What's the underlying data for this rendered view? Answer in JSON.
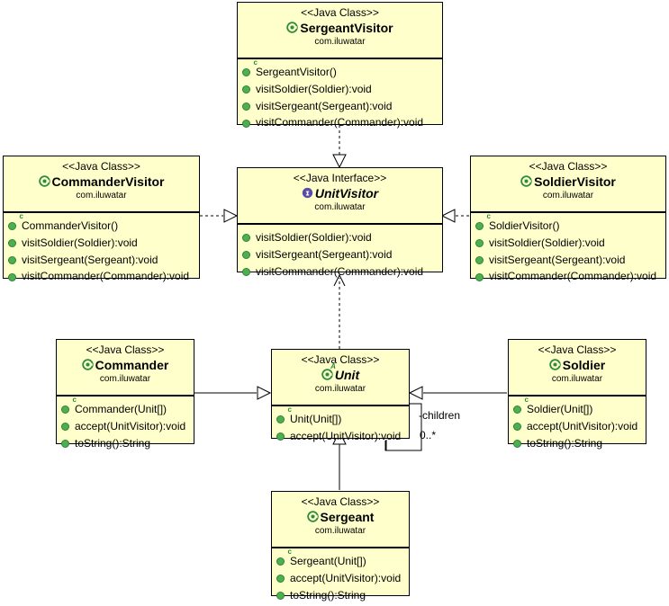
{
  "diagram": {
    "title": "Visitor pattern UML class diagram",
    "palette": {
      "box_fill": "#ffffcc",
      "box_border": "#000000",
      "class_icon_green": "#2e8b3d",
      "interface_icon_purple": "#5b4ba8",
      "member_icon_green": "#4caf50",
      "line": "#000000",
      "background": "#ffffff"
    },
    "stereotypes": {
      "java_class": "<<Java Class>>",
      "java_interface": "<<Java Interface>>"
    },
    "package": "com.iluwatar",
    "classes": [
      {
        "id": "sergeant-visitor",
        "stereotype": "<<Java Class>>",
        "name": "SergeantVisitor",
        "package": "com.iluwatar",
        "icon": "java-class-icon",
        "abstract": false,
        "members": [
          {
            "text": "SergeantVisitor()",
            "icon": "constructor-icon"
          },
          {
            "text": "visitSoldier(Soldier):void",
            "icon": "method-icon"
          },
          {
            "text": "visitSergeant(Sergeant):void",
            "icon": "method-icon"
          },
          {
            "text": "visitCommander(Commander):void",
            "icon": "method-icon"
          }
        ]
      },
      {
        "id": "commander-visitor",
        "stereotype": "<<Java Class>>",
        "name": "CommanderVisitor",
        "package": "com.iluwatar",
        "icon": "java-class-icon",
        "abstract": false,
        "members": [
          {
            "text": "CommanderVisitor()",
            "icon": "constructor-icon"
          },
          {
            "text": "visitSoldier(Soldier):void",
            "icon": "method-icon"
          },
          {
            "text": "visitSergeant(Sergeant):void",
            "icon": "method-icon"
          },
          {
            "text": "visitCommander(Commander):void",
            "icon": "method-icon"
          }
        ]
      },
      {
        "id": "unit-visitor",
        "stereotype": "<<Java Interface>>",
        "name": "UnitVisitor",
        "package": "com.iluwatar",
        "icon": "java-interface-icon",
        "abstract": true,
        "members": [
          {
            "text": "visitSoldier(Soldier):void",
            "icon": "method-icon"
          },
          {
            "text": "visitSergeant(Sergeant):void",
            "icon": "method-icon"
          },
          {
            "text": "visitCommander(Commander):void",
            "icon": "method-icon"
          }
        ]
      },
      {
        "id": "soldier-visitor",
        "stereotype": "<<Java Class>>",
        "name": "SoldierVisitor",
        "package": "com.iluwatar",
        "icon": "java-class-icon",
        "abstract": false,
        "members": [
          {
            "text": "SoldierVisitor()",
            "icon": "constructor-icon"
          },
          {
            "text": "visitSoldier(Soldier):void",
            "icon": "method-icon"
          },
          {
            "text": "visitSergeant(Sergeant):void",
            "icon": "method-icon"
          },
          {
            "text": "visitCommander(Commander):void",
            "icon": "method-icon"
          }
        ]
      },
      {
        "id": "commander",
        "stereotype": "<<Java Class>>",
        "name": "Commander",
        "package": "com.iluwatar",
        "icon": "java-class-icon",
        "abstract": false,
        "members": [
          {
            "text": "Commander(Unit[])",
            "icon": "constructor-icon"
          },
          {
            "text": "accept(UnitVisitor):void",
            "icon": "method-icon"
          },
          {
            "text": "toString():String",
            "icon": "method-icon"
          }
        ]
      },
      {
        "id": "unit",
        "stereotype": "<<Java Class>>",
        "name": "Unit",
        "package": "com.iluwatar",
        "icon": "java-class-abstract-icon",
        "abstract": true,
        "members": [
          {
            "text": "Unit(Unit[])",
            "icon": "constructor-icon"
          },
          {
            "text": "accept(UnitVisitor):void",
            "icon": "method-icon"
          }
        ]
      },
      {
        "id": "soldier",
        "stereotype": "<<Java Class>>",
        "name": "Soldier",
        "package": "com.iluwatar",
        "icon": "java-class-icon",
        "abstract": false,
        "members": [
          {
            "text": "Soldier(Unit[])",
            "icon": "constructor-icon"
          },
          {
            "text": "accept(UnitVisitor):void",
            "icon": "method-icon"
          },
          {
            "text": "toString():String",
            "icon": "method-icon"
          }
        ]
      },
      {
        "id": "sergeant",
        "stereotype": "<<Java Class>>",
        "name": "Sergeant",
        "package": "com.iluwatar",
        "icon": "java-class-icon",
        "abstract": false,
        "members": [
          {
            "text": "Sergeant(Unit[])",
            "icon": "constructor-icon"
          },
          {
            "text": "accept(UnitVisitor):void",
            "icon": "method-icon"
          },
          {
            "text": "toString():String",
            "icon": "method-icon"
          }
        ]
      }
    ],
    "relations": [
      {
        "id": "rel-sergeantvisitor-unitvisitor",
        "from": "SergeantVisitor",
        "to": "UnitVisitor",
        "type": "realization",
        "style": "dashed",
        "arrow": "hollow-triangle"
      },
      {
        "id": "rel-commandervisitor-unitvisitor",
        "from": "CommanderVisitor",
        "to": "UnitVisitor",
        "type": "realization",
        "style": "dashed",
        "arrow": "hollow-triangle"
      },
      {
        "id": "rel-soldiervisitor-unitvisitor",
        "from": "SoldierVisitor",
        "to": "UnitVisitor",
        "type": "realization",
        "style": "dashed",
        "arrow": "hollow-triangle"
      },
      {
        "id": "rel-unit-unitvisitor",
        "from": "Unit",
        "to": "UnitVisitor",
        "type": "dependency",
        "style": "dashed",
        "arrow": "open-arrow"
      },
      {
        "id": "rel-commander-unit",
        "from": "Commander",
        "to": "Unit",
        "type": "generalization",
        "style": "solid",
        "arrow": "hollow-triangle"
      },
      {
        "id": "rel-soldier-unit",
        "from": "Soldier",
        "to": "Unit",
        "type": "generalization",
        "style": "solid",
        "arrow": "hollow-triangle"
      },
      {
        "id": "rel-sergeant-unit",
        "from": "Sergeant",
        "to": "Unit",
        "type": "generalization",
        "style": "solid",
        "arrow": "hollow-triangle"
      },
      {
        "id": "rel-unit-children",
        "from": "Unit",
        "to": "Unit",
        "type": "association",
        "style": "solid",
        "arrow": "open-arrow",
        "role_label": "-children",
        "multiplicity": "0..*"
      }
    ],
    "edge_labels": {
      "children_role": "-children",
      "children_multiplicity": "0..*"
    }
  }
}
